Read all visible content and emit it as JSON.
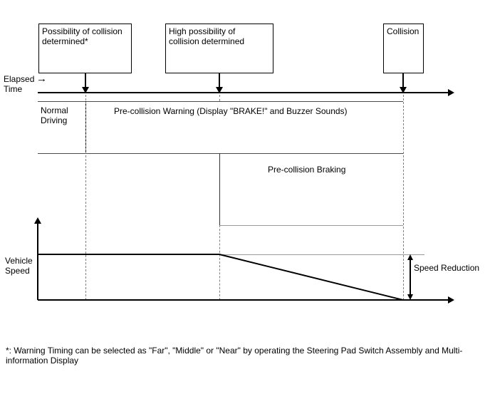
{
  "boxes": [
    {
      "label": "Possibility of collision\ndetermined*"
    },
    {
      "label": "High possibility of\ncollision determined"
    },
    {
      "label": "Collision"
    }
  ],
  "labels": {
    "elapsed_time": "Elapsed\nTime",
    "elapsed_time_arrow": "→",
    "normal_driving": "Normal\nDriving",
    "warning": "Pre-collision Warning (Display \"BRAKE!\" and Buzzer Sounds)",
    "braking": "Pre-collision Braking",
    "vehicle_speed": "Vehicle\nSpeed",
    "speed_reduction": "Speed Reduction"
  },
  "footnote": "*: Warning Timing can be selected as \"Far\", \"Middle\" or \"Near\" by operating the Steering Pad Switch Assembly and Multi-\ninformation Display",
  "colors": {
    "line": "#000000",
    "band_line": "#4a4a4a",
    "gray_line": "#999999",
    "dashed_line": "#808080",
    "background": "#ffffff"
  }
}
